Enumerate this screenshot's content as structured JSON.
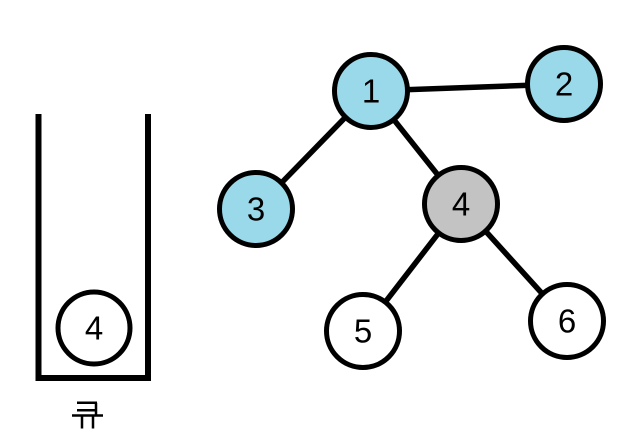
{
  "colors": {
    "visited_fill": "#99D9EA",
    "current_fill": "#C3C3C3",
    "unvisited_fill": "#FFFFFF",
    "stroke": "#000000",
    "background": "#FFFFFF"
  },
  "graph": {
    "nodes": [
      {
        "id": 1,
        "label": "1",
        "state": "visited",
        "fill": "#99D9EA"
      },
      {
        "id": 2,
        "label": "2",
        "state": "visited",
        "fill": "#99D9EA"
      },
      {
        "id": 3,
        "label": "3",
        "state": "visited",
        "fill": "#99D9EA"
      },
      {
        "id": 4,
        "label": "4",
        "state": "current",
        "fill": "#C3C3C3"
      },
      {
        "id": 5,
        "label": "5",
        "state": "unvisited",
        "fill": "#FFFFFF"
      },
      {
        "id": 6,
        "label": "6",
        "state": "unvisited",
        "fill": "#FFFFFF"
      }
    ],
    "edges": [
      {
        "from": 1,
        "to": 2
      },
      {
        "from": 1,
        "to": 3
      },
      {
        "from": 1,
        "to": 4
      },
      {
        "from": 4,
        "to": 5
      },
      {
        "from": 4,
        "to": 6
      }
    ]
  },
  "queue": {
    "label": "큐",
    "items": [
      {
        "label": "4"
      }
    ]
  }
}
